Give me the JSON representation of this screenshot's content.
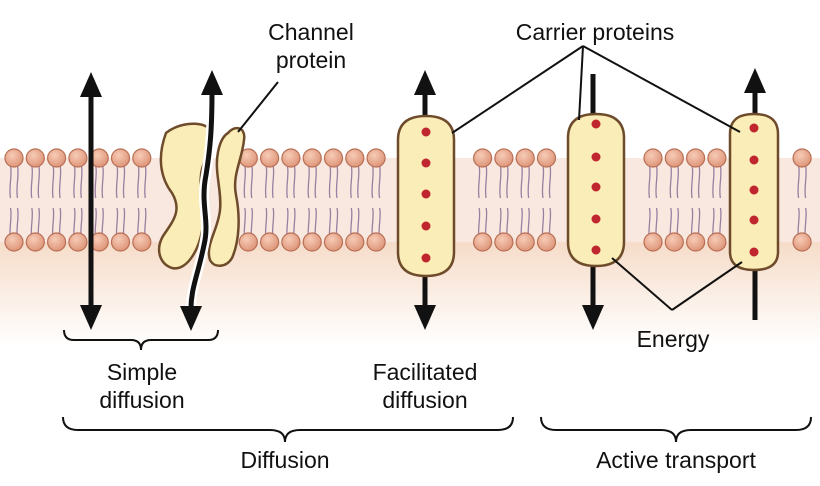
{
  "labels": {
    "channel_protein": [
      "Channel",
      "protein"
    ],
    "carrier_proteins": "Carrier proteins",
    "simple_diffusion": [
      "Simple",
      "diffusion"
    ],
    "facilitated_diffusion": [
      "Facilitated",
      "diffusion"
    ],
    "energy": "Energy",
    "diffusion": "Diffusion",
    "active_transport": "Active transport"
  },
  "colors": {
    "head_fill": "#e9a98f",
    "head_stroke": "#b86f55",
    "tail": "#9a7fa0",
    "band_top": "#f7e7de",
    "protein_fill": "#faedb8",
    "protein_stroke": "#6e4b2a",
    "dot": "#c0262d",
    "ink": "#111111"
  },
  "icons": [
    "arrow-icon",
    "bracket-icon",
    "pointer-line-icon"
  ]
}
